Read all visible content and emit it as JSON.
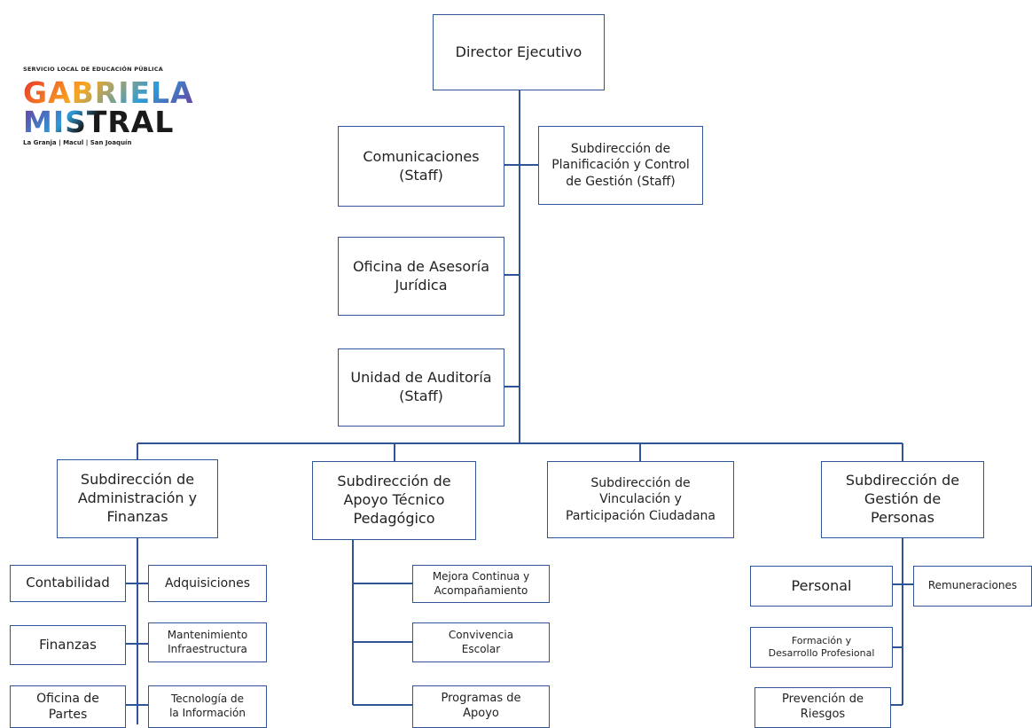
{
  "logo": {
    "top_text": "SERVICIO LOCAL DE EDUCACIÓN PÚBLICA",
    "line1": "GABRIELA",
    "line2": "MISTRAL",
    "bottom_text": "La Granja | Macul | San Joaquín"
  },
  "boxes": {
    "director": "Director Ejecutivo",
    "comunicaciones": "Comunicaciones\n(Staff)",
    "planificacion": "Subdirección de\nPlanificación y Control\nde Gestión (Staff)",
    "juridica": "Oficina de Asesoría\nJurídica",
    "auditoria": "Unidad de Auditoría\n(Staff)",
    "administracion": "Subdirección de\nAdministración y\nFinanzas",
    "apoyo_tecnico": "Subdirección de\nApoyo Técnico\nPedagógico",
    "vinculacion": "Subdirección de\nVinculación y\nParticipación Ciudadana",
    "gestion_personas": "Subdirección de\nGestión de\nPersonas",
    "contabilidad": "Contabilidad",
    "adquisiciones": "Adquisiciones",
    "finanzas": "Finanzas",
    "mantenimiento": "Mantenimiento\nInfraestructura",
    "oficina_partes": "Oficina de\nPartes",
    "tecnologia": "Tecnología de\nla Información",
    "mejora_continua": "Mejora Continua y\nAcompañamiento",
    "convivencia": "Convivencia\nEscolar",
    "programas": "Programas de\nApoyo",
    "personal": "Personal",
    "remuneraciones": "Remuneraciones",
    "formacion": "Formación y\nDesarrollo Profesional",
    "prevencion": "Prevención de\nRiesgos"
  },
  "colors": {
    "line": "#2f5597",
    "border": "#2f5597",
    "logo_gradient": [
      "#e8332a",
      "#f7a823",
      "#2d9bd8",
      "#6a3fa0"
    ]
  }
}
